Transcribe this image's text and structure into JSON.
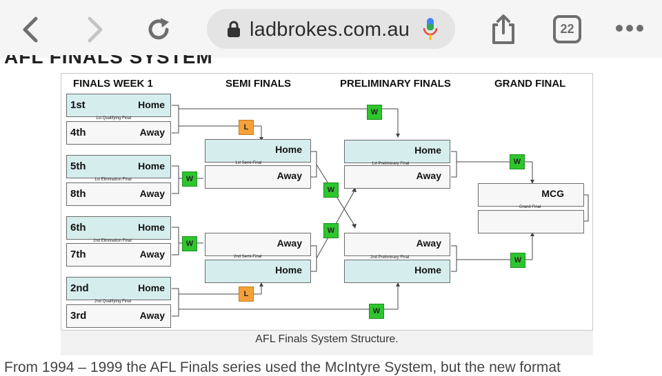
{
  "browser": {
    "url": "ladbrokes.com.au",
    "tab_count": "22"
  },
  "page": {
    "clipped_heading": "AFL FINALS SYSTEM",
    "caption": "AFL Finals System Structure.",
    "body_text": "From 1994 – 1999 the AFL Finals series used the McIntyre System, but the new format"
  },
  "diagram": {
    "columns": {
      "week1": "FINALS WEEK 1",
      "semi": "SEMI FINALS",
      "prelim": "PRELIMINARY FINALS",
      "grand": "GRAND FINAL"
    },
    "week1": [
      {
        "seed": "1st",
        "side": "Home"
      },
      {
        "seed": "4th",
        "side": "Away"
      },
      {
        "seed": "5th",
        "side": "Home"
      },
      {
        "seed": "8th",
        "side": "Away"
      },
      {
        "seed": "6th",
        "side": "Home"
      },
      {
        "seed": "7th",
        "side": "Away"
      },
      {
        "seed": "2nd",
        "side": "Home"
      },
      {
        "seed": "3rd",
        "side": "Away"
      }
    ],
    "week1_labels": [
      "1st Qualifying Final",
      "1st Elimination Final",
      "2nd Elimination Final",
      "2nd Qualifying Final"
    ],
    "semi": {
      "sf1_top": "Home",
      "sf1_bottom": "Away",
      "sf1_label": "1st Semi-Final",
      "sf2_top": "Away",
      "sf2_bottom": "Home",
      "sf2_label": "2nd Semi-Final"
    },
    "prelim": {
      "pf1_top": "Home",
      "pf1_bottom": "Away",
      "pf1_label": "1st Preliminary Final",
      "pf2_top": "Away",
      "pf2_bottom": "Home",
      "pf2_label": "2nd Preliminary Final"
    },
    "grand": {
      "venue": "MCG",
      "label": "Grand Final"
    },
    "win_label": "W",
    "loss_label": "L",
    "colors": {
      "team_fill": "#d6eded",
      "win": "#2ec52e",
      "loss": "#f5a13a"
    }
  }
}
